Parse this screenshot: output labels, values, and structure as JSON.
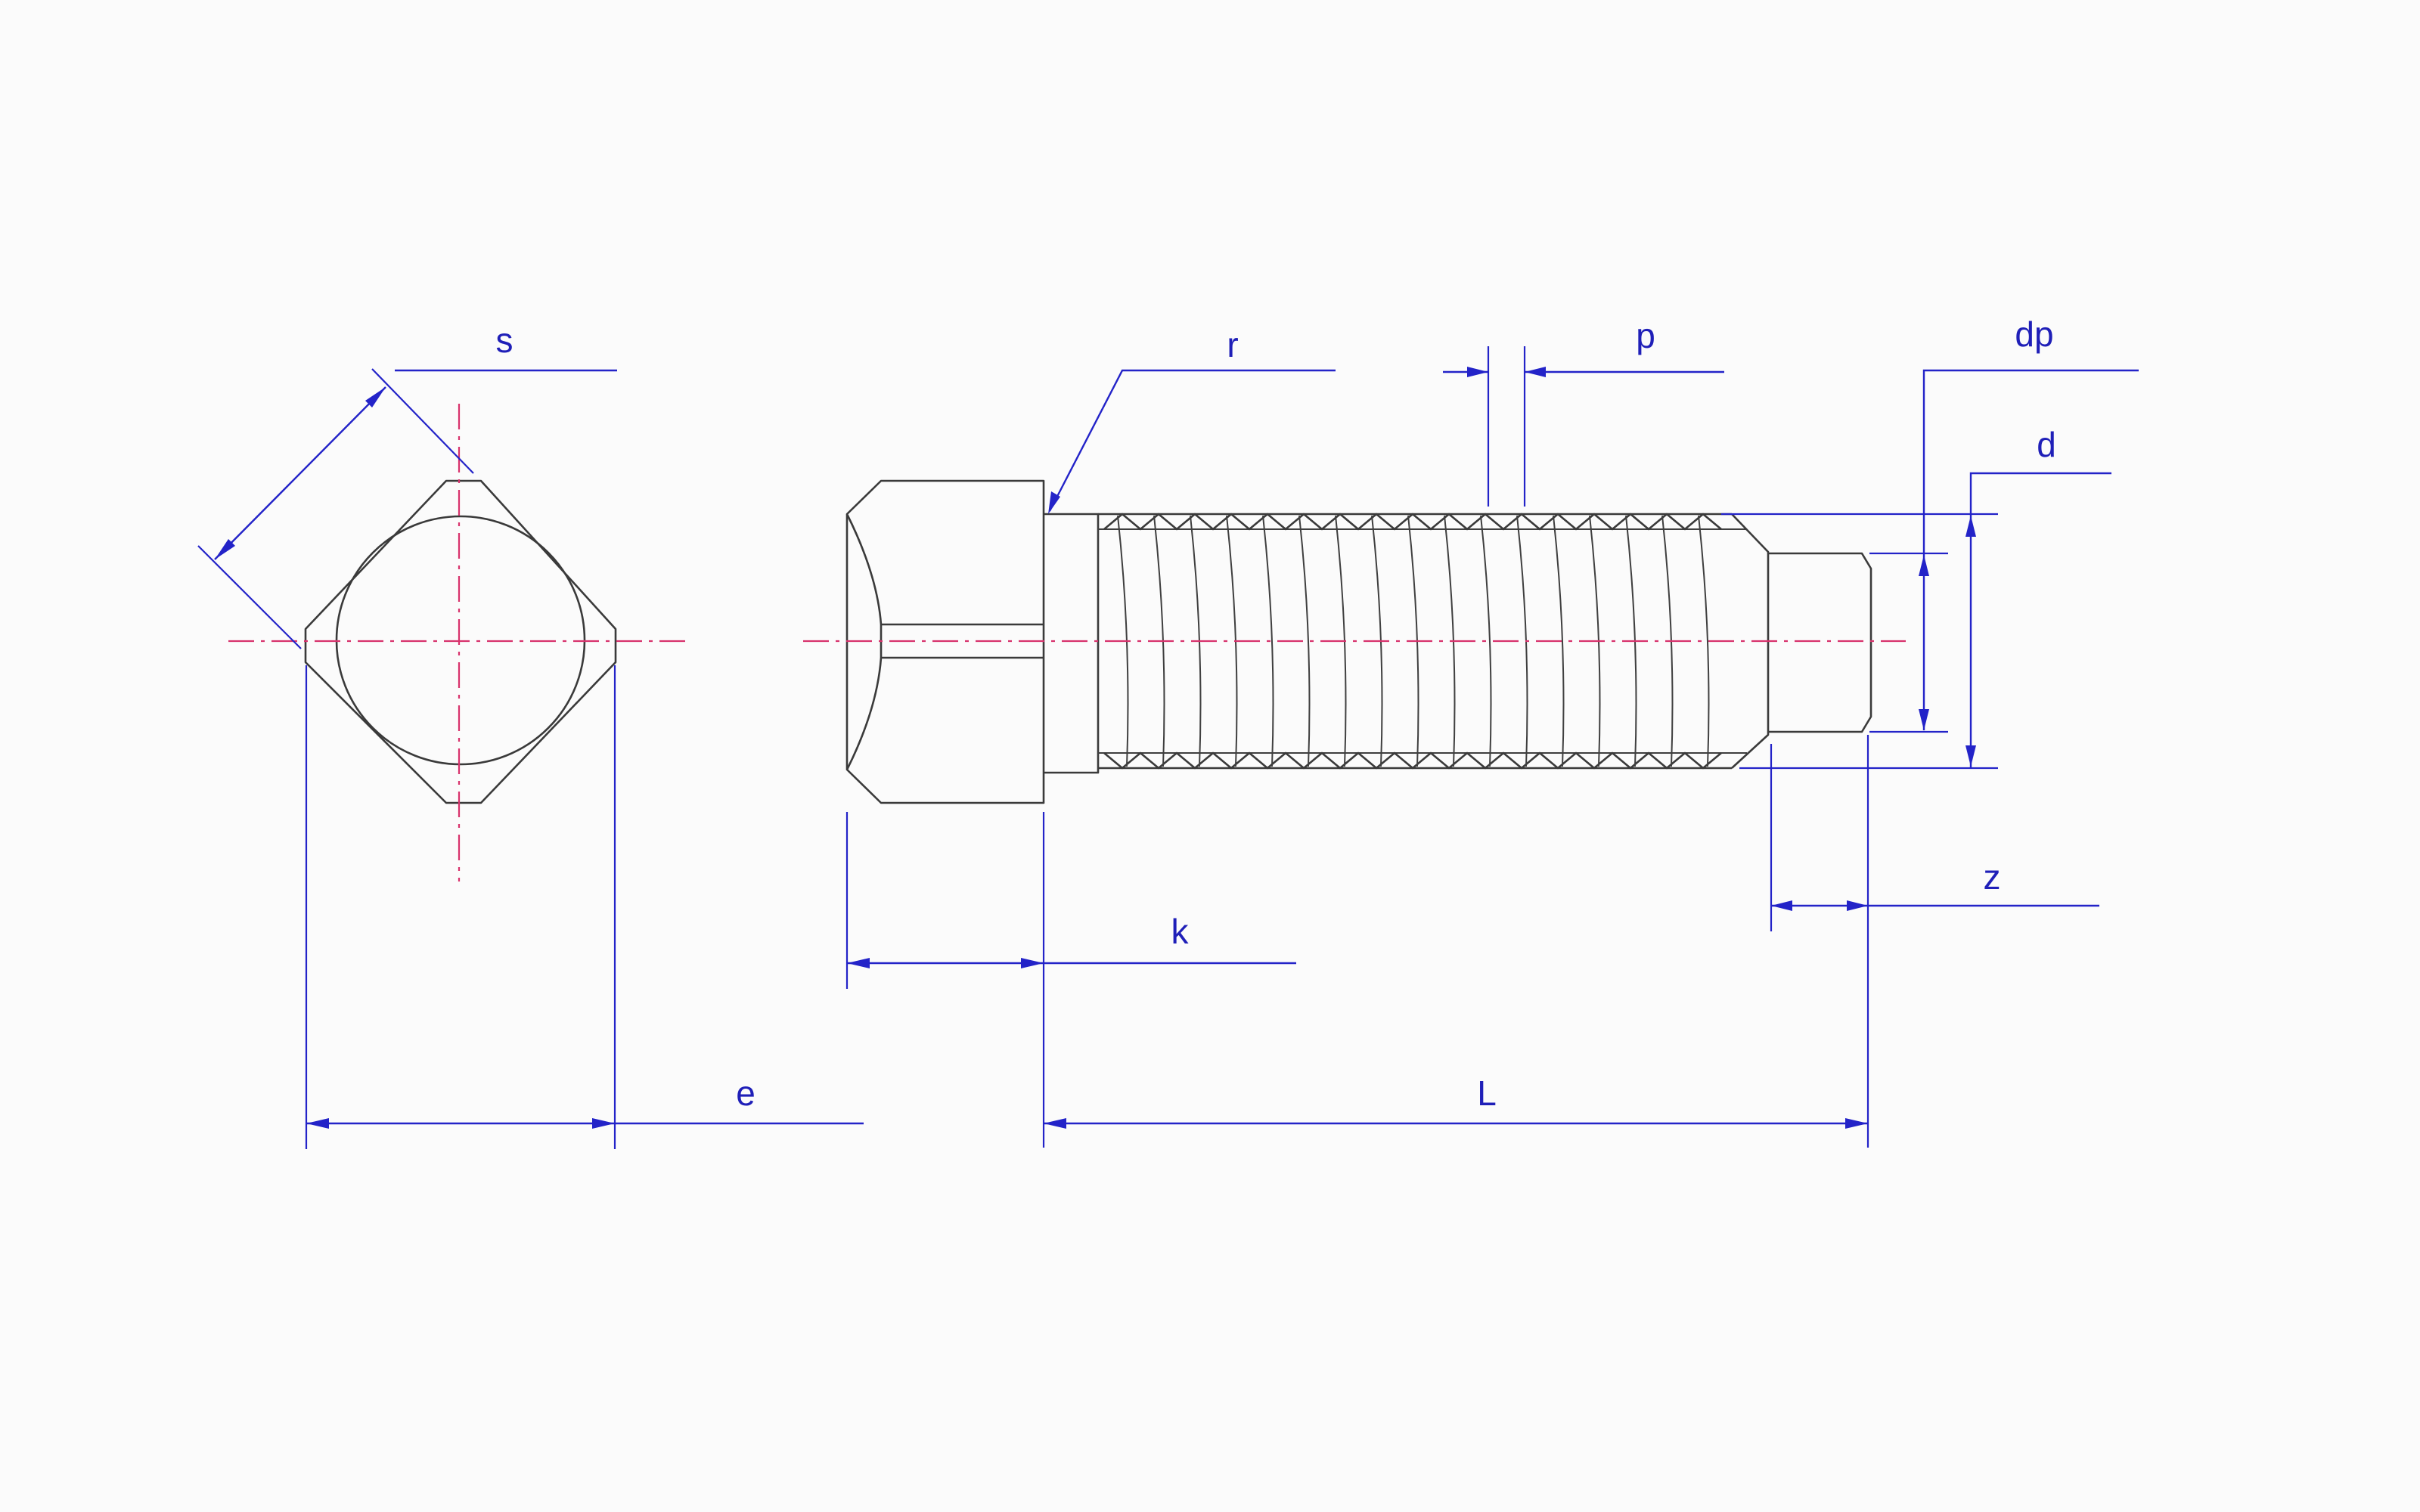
{
  "diagram": {
    "labels": {
      "s": "s",
      "r": "r",
      "p": "p",
      "dp": "dp",
      "d": "d",
      "z": "z",
      "k": "k",
      "e": "e",
      "L": "L"
    },
    "colors": {
      "background": "#fbfbfb",
      "outline": "#3a3a3a",
      "centerline": "#d8326c",
      "dimension": "#2323c8"
    }
  }
}
